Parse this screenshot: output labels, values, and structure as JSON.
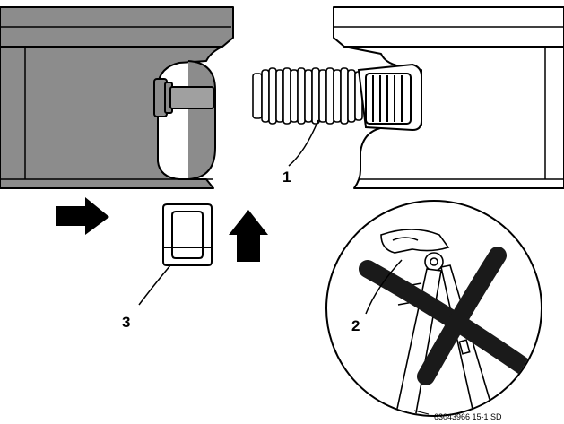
{
  "callouts": {
    "one": "1",
    "two": "2",
    "three": "3"
  },
  "document_id": "63043966 15-1 SD",
  "colors": {
    "housing_dark": "#8c8c8c",
    "housing_light": "#ffffff",
    "outline": "#000000",
    "arrow_fill": "#000000",
    "cross_mark": "#1a1a1a"
  }
}
